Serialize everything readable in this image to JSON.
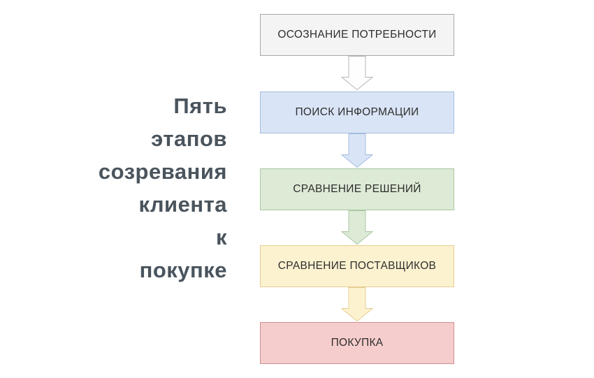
{
  "page": {
    "background_color": "#ffffff"
  },
  "title": {
    "full_text": "Пять этапов созревания клиента к покупке",
    "lines": [
      "Пять",
      "этапов",
      "созревания",
      "клиента",
      "к",
      "покупке"
    ],
    "color": "#4a545d"
  },
  "flowchart": {
    "steps": [
      {
        "label": "ОСОЗНАНИЕ ПОТРЕБНОСТИ",
        "fill": "#f4f4f4",
        "border": "#a8a8a8"
      },
      {
        "label": "ПОИСК ИНФОРМАЦИИ",
        "fill": "#d9e5f6",
        "border": "#a4bcde"
      },
      {
        "label": "СРАВНЕНИЕ РЕШЕНИЙ",
        "fill": "#dcead6",
        "border": "#abc8a0"
      },
      {
        "label": "СРАВНЕНИЕ ПОСТАВЩИКОВ",
        "fill": "#fdf2d0",
        "border": "#e5cd90"
      },
      {
        "label": "ПОКУПКА",
        "fill": "#f6cdcd",
        "border": "#cf8f8f"
      }
    ],
    "arrows": [
      {
        "direction": "down",
        "fill": "#fefefe",
        "border": "#b5b5b5"
      },
      {
        "direction": "down",
        "fill": "#d9e5f6",
        "border": "#a4bcde"
      },
      {
        "direction": "down",
        "fill": "#dcead6",
        "border": "#abc8a0"
      },
      {
        "direction": "down",
        "fill": "#fdf2d0",
        "border": "#e5cd90"
      }
    ]
  }
}
